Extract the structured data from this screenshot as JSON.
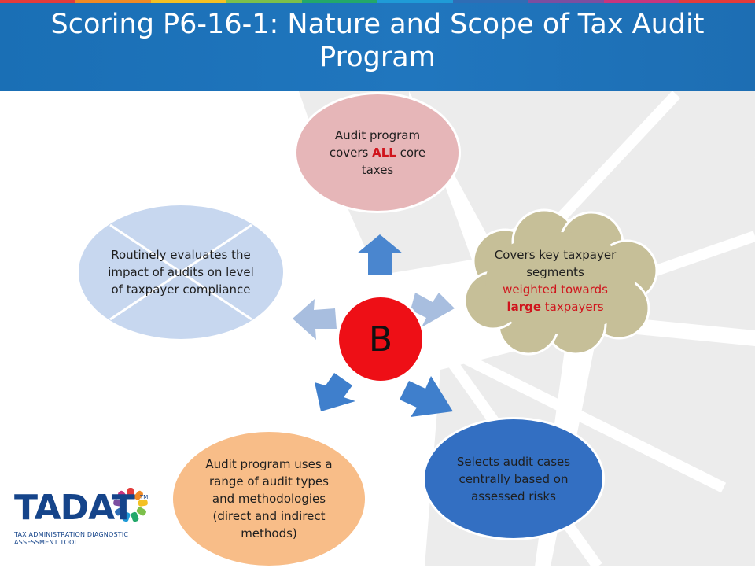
{
  "header": {
    "title": "Scoring P6-16-1: Nature and Scope of Tax Audit Program",
    "stripe_colors": [
      "#e23b3b",
      "#f08a24",
      "#f4c023",
      "#7cc04b",
      "#23a86a",
      "#1f9bd7",
      "#2f6db5",
      "#7c4ea0",
      "#c7357d",
      "#e23b3b"
    ]
  },
  "center": {
    "label": "B",
    "color": "#ee0f16"
  },
  "nodes": {
    "top": {
      "prefix": "Audit program covers ",
      "highlight": "ALL",
      "suffix": " core taxes",
      "color": "#e6b6b8"
    },
    "right": {
      "text": "Covers key taxpayer segments",
      "highlight_pre": "weighted towards",
      "highlight_bold": "large",
      "highlight_post": " taxpayers",
      "color": "#c6bf98"
    },
    "bottom_right": {
      "text": "Selects audit cases centrally based on assessed risks",
      "color": "#336fc2"
    },
    "bottom_left": {
      "text": "Audit program uses a range of audit types and methodologies (direct and indirect methods)",
      "color": "#f8bd88"
    },
    "left": {
      "text": "Routinely evaluates the impact of audits on level of taxpayer compliance",
      "color": "#c7d7ef"
    }
  },
  "logo": {
    "name": "TADAT",
    "tm": "TM",
    "subtitle": "TAX ADMINISTRATION DIAGNOSTIC ASSESSMENT TOOL",
    "petal_colors": [
      "#e23b3b",
      "#f08a24",
      "#f4c023",
      "#7cc04b",
      "#23a86a",
      "#1f9bd7",
      "#2f6db5",
      "#7c4ea0",
      "#c7357d"
    ]
  }
}
